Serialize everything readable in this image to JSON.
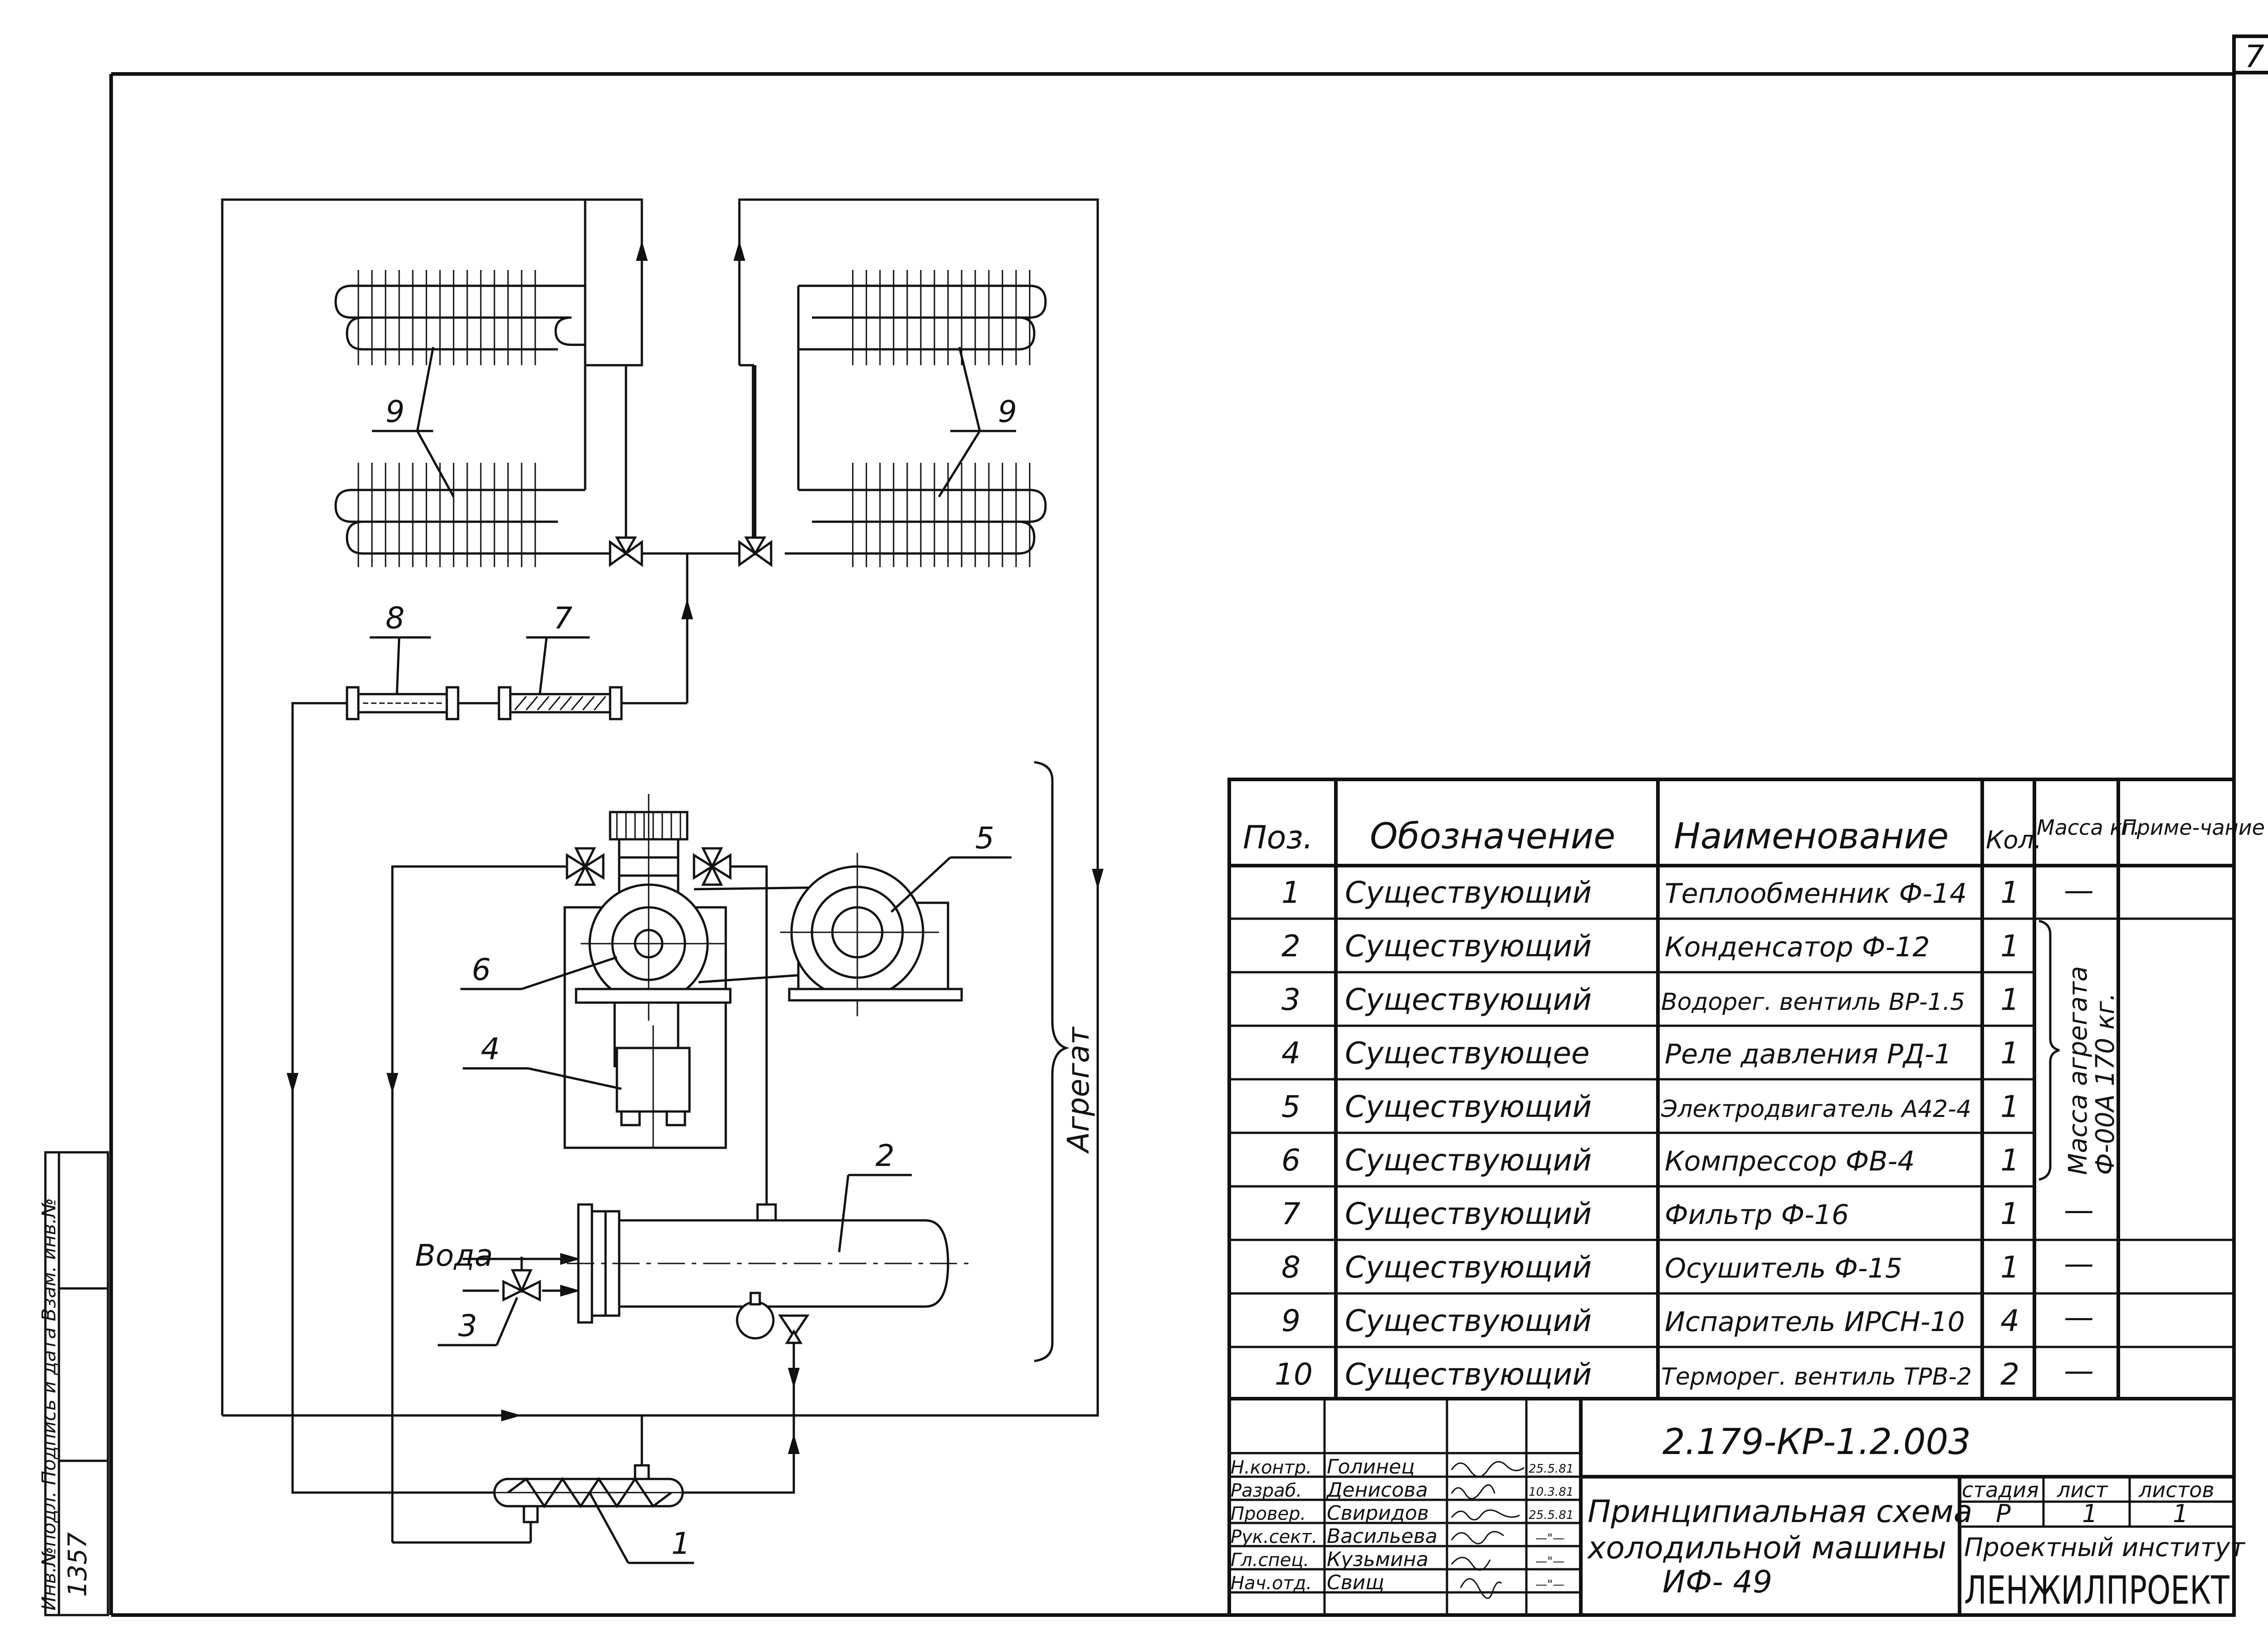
{
  "sheet_corner_number": "7",
  "side_stamp": {
    "top": "Инв.№подл. Подпись и дата Взам. инв.№",
    "number": "1357"
  },
  "diagram": {
    "callouts": [
      "1",
      "2",
      "3",
      "4",
      "5",
      "6",
      "7",
      "8",
      "9",
      "9"
    ],
    "water_label": "Вода",
    "unit_label": "Агрегат"
  },
  "spec_table": {
    "headers": {
      "pos": "Поз.",
      "designation": "Обозначение",
      "name": "Наименование",
      "qty": "Кол.",
      "mass": "Масса кг.",
      "note": "Приме-чание"
    },
    "rows": [
      {
        "pos": "1",
        "designation": "Существующий",
        "name": "Теплообменник Ф-14",
        "qty": "1",
        "mass": "—"
      },
      {
        "pos": "2",
        "designation": "Существующий",
        "name": "Конденсатор Ф-12",
        "qty": "1",
        "mass": ""
      },
      {
        "pos": "3",
        "designation": "Существующий",
        "name": "Водорег. вентиль ВР-1.5",
        "qty": "1",
        "mass": ""
      },
      {
        "pos": "4",
        "designation": "Существующее",
        "name": "Реле давления РД-1",
        "qty": "1",
        "mass": ""
      },
      {
        "pos": "5",
        "designation": "Существующий",
        "name": "Электродвигатель А42-4",
        "qty": "1",
        "mass": ""
      },
      {
        "pos": "6",
        "designation": "Существующий",
        "name": "Компрессор ФВ-4",
        "qty": "1",
        "mass": ""
      },
      {
        "pos": "7",
        "designation": "Существующий",
        "name": "Фильтр Ф-16",
        "qty": "1",
        "mass": "—"
      },
      {
        "pos": "8",
        "designation": "Существующий",
        "name": "Осушитель Ф-15",
        "qty": "1",
        "mass": "—"
      },
      {
        "pos": "9",
        "designation": "Существующий",
        "name": "Испаритель ИРСН-10",
        "qty": "4",
        "mass": "—"
      },
      {
        "pos": "10",
        "designation": "Существующий",
        "name": "Терморег. вентиль ТРВ-2",
        "qty": "2",
        "mass": "—"
      }
    ],
    "mass_group_note_1": "Масса агрегата",
    "mass_group_note_2": "Ф-00А 170 кг."
  },
  "title_block": {
    "doc_code": "2.179-КР-1.2.003",
    "title_line1": "Принципиальная схема",
    "title_line2": "холодильной машины",
    "title_line3": "ИФ- 49",
    "stage_header": "стадия",
    "sheet_header": "лист",
    "sheets_header": "листов",
    "stage": "Р",
    "sheet": "1",
    "sheets": "1",
    "institute_line": "Проектный институт",
    "institute_name": "ЛЕНЖИЛПРОЕКТ",
    "signatures": [
      {
        "role": "Н.контр.",
        "name": "Голинец",
        "date": "25.5.81"
      },
      {
        "role": "Разраб.",
        "name": "Денисова",
        "date": "10.3.81"
      },
      {
        "role": "Провер.",
        "name": "Свиридов",
        "date": "25.5.81"
      },
      {
        "role": "Рук.сект.",
        "name": "Васильева",
        "date": "—\"—"
      },
      {
        "role": "Гл.спец.",
        "name": "Кузьмина",
        "date": "—\"—"
      },
      {
        "role": "Нач.отд.",
        "name": "Свищ",
        "date": "—\"—"
      }
    ]
  }
}
